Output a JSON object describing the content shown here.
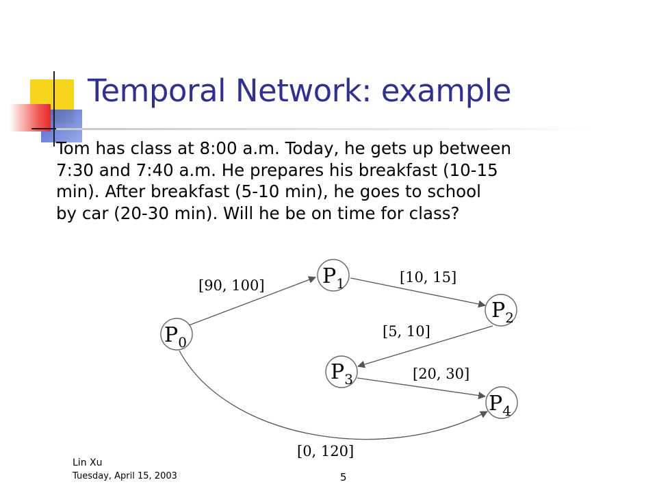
{
  "slide": {
    "title": "Temporal Network: example",
    "body_lines": [
      "Tom has class at 8:00 a.m. Today, he gets up between",
      "7:30 and 7:40 a.m. He prepares his breakfast (10-15",
      "min). After breakfast (5-10 min), he goes to school",
      "by car (20-30 min).  Will he be on time for class?"
    ]
  },
  "diagram": {
    "nodes": [
      {
        "id": "P0",
        "letter": "P",
        "sub": "0"
      },
      {
        "id": "P1",
        "letter": "P",
        "sub": "1"
      },
      {
        "id": "P2",
        "letter": "P",
        "sub": "2"
      },
      {
        "id": "P3",
        "letter": "P",
        "sub": "3"
      },
      {
        "id": "P4",
        "letter": "P",
        "sub": "4"
      }
    ],
    "edges": [
      {
        "from": "P0",
        "to": "P1",
        "label": "[90, 100]"
      },
      {
        "from": "P1",
        "to": "P2",
        "label": "[10, 15]"
      },
      {
        "from": "P2",
        "to": "P3",
        "label": "[5, 10]"
      },
      {
        "from": "P3",
        "to": "P4",
        "label": "[20, 30]"
      },
      {
        "from": "P0",
        "to": "P4",
        "label": "[0, 120]"
      }
    ]
  },
  "footer": {
    "author": "Lin Xu",
    "date": "Tuesday, April 15, 2003",
    "page": "5"
  },
  "colors": {
    "title": "#303090",
    "accent_yellow": "#f7d51c",
    "accent_blue": "#3a56c9",
    "accent_red": "#e42a2a",
    "edge": "#555555"
  }
}
